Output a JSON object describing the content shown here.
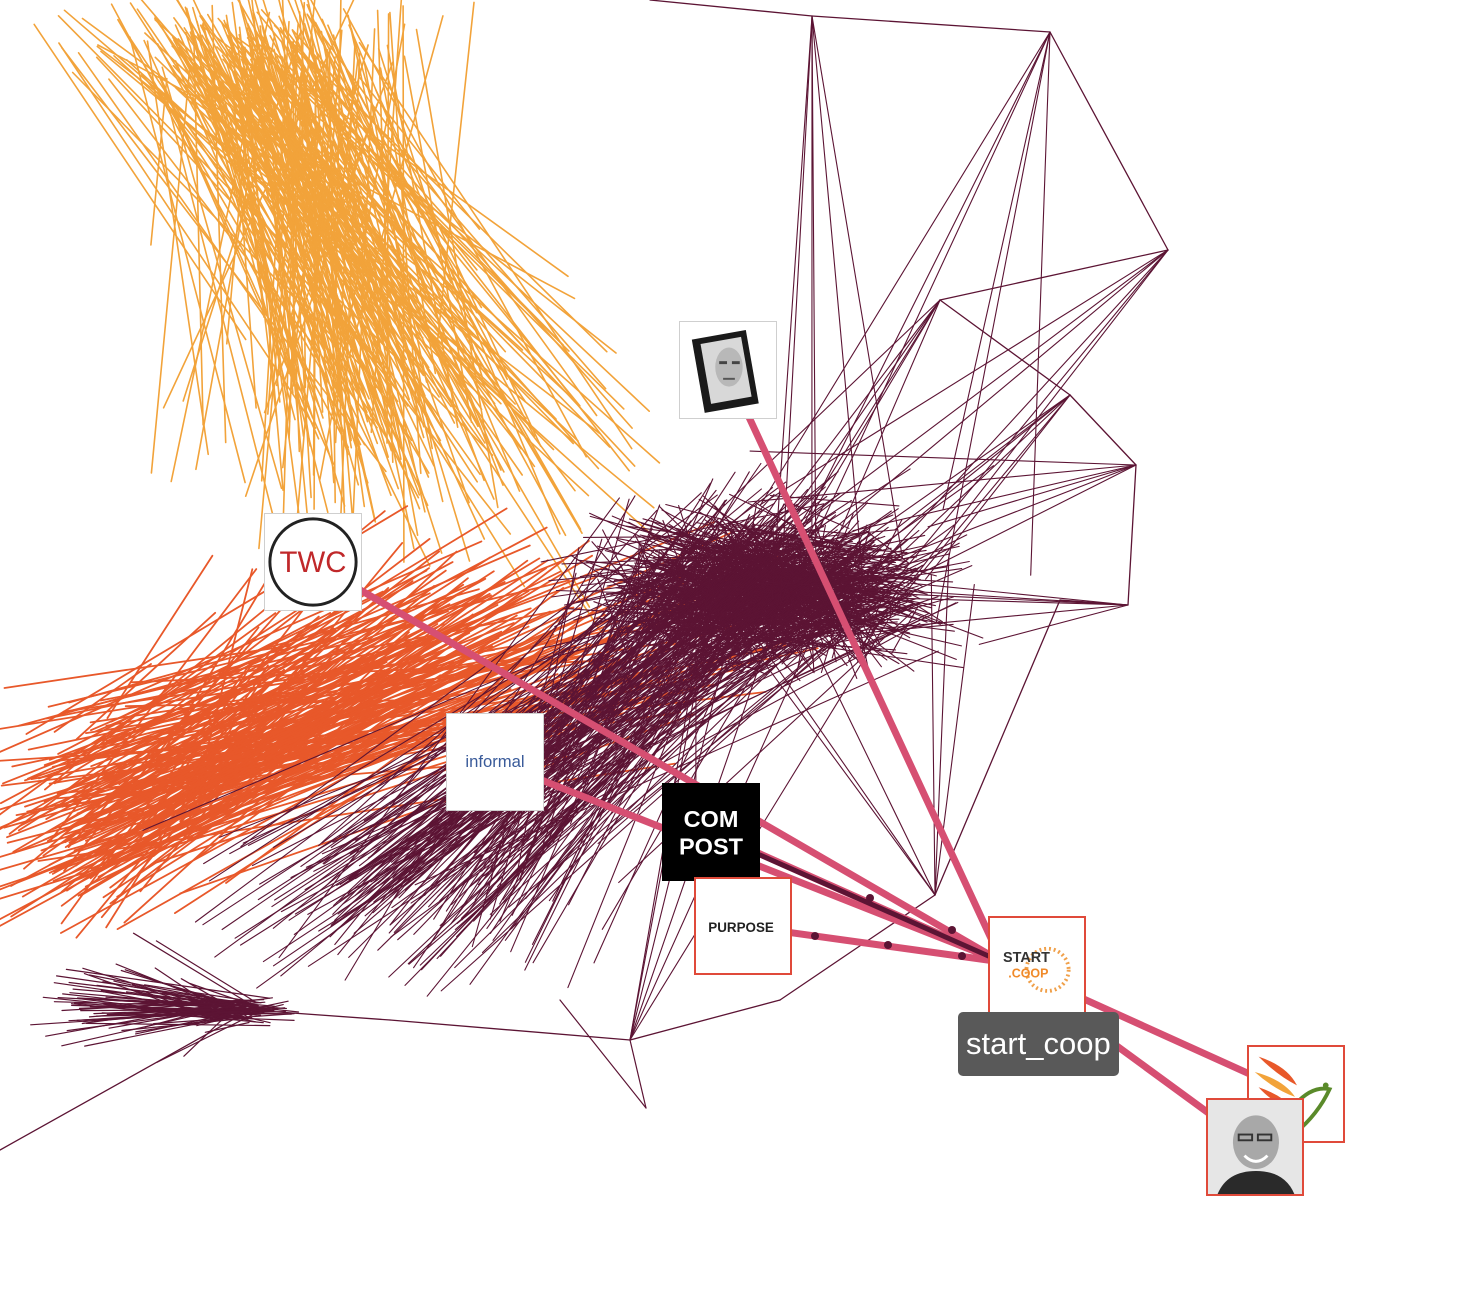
{
  "graph": {
    "colors": {
      "dense": "#5c1434",
      "yellow": "#f2a33a",
      "orange": "#e8582a",
      "highlight": "#d64f72",
      "background": "#ffffff"
    },
    "tooltip": {
      "label": "start_coop"
    },
    "nodes": [
      {
        "id": "twc",
        "logo_text": "TWC",
        "icon": "twc-logo-icon"
      },
      {
        "id": "portrait",
        "icon": "portrait-photo-icon"
      },
      {
        "id": "informal",
        "logo_text": "informal",
        "icon": "informal-logo-icon"
      },
      {
        "id": "compost",
        "logo_line1": "COM",
        "logo_line2": "POST",
        "icon": "compost-logo-icon"
      },
      {
        "id": "purpose",
        "logo_text": "PURPOSE",
        "icon": "purpose-logo-icon"
      },
      {
        "id": "start_coop",
        "logo_line1": "START",
        "logo_line2": ".COOP",
        "icon": "start-coop-logo-icon"
      },
      {
        "id": "bird",
        "icon": "bird-logo-icon"
      },
      {
        "id": "person",
        "icon": "person-photo-icon"
      }
    ]
  }
}
